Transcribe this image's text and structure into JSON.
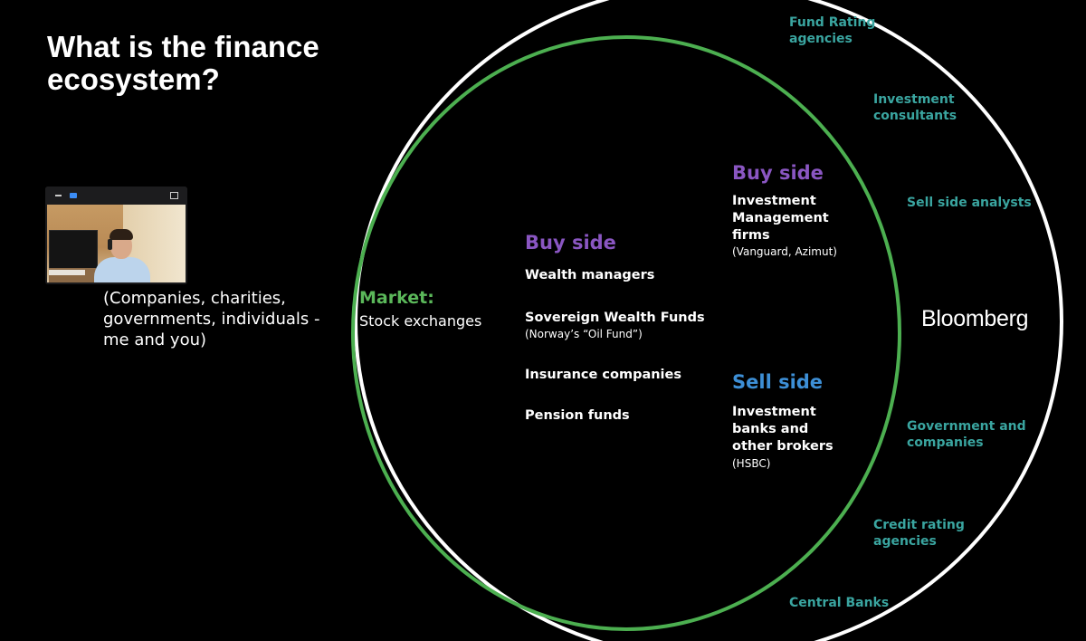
{
  "slide": {
    "title": "What is the finance ecosystem?",
    "caption": "(Companies, charities, governments, individuals - me and you)"
  },
  "market": {
    "label": "Market:",
    "subtitle": "Stock exchanges"
  },
  "buy_side_inner": {
    "heading": "Buy side",
    "items": [
      {
        "name": "Wealth managers",
        "note": ""
      },
      {
        "name": "Sovereign Wealth Funds",
        "note": "(Norway’s “Oil Fund”)"
      },
      {
        "name": "Insurance companies",
        "note": ""
      },
      {
        "name": "Pension funds",
        "note": ""
      }
    ]
  },
  "buy_side_right": {
    "heading": "Buy side",
    "item": "Investment Management firms",
    "note": "(Vanguard, Azimut)"
  },
  "sell_side": {
    "heading": "Sell side",
    "item": "Investment banks and other brokers",
    "note": "(HSBC)"
  },
  "outer_ring": {
    "labels": [
      "Fund Rating agencies",
      "Investment consultants",
      "Sell side analysts",
      "Government and companies",
      "Credit rating agencies",
      "Central Banks"
    ],
    "logo_text": "Bloomberg"
  },
  "colors": {
    "background": "#000000",
    "outer_ring": "#ffffff",
    "inner_ring": "#4caf50",
    "market": "#5bb85a",
    "buy_side": "#8a56c2",
    "sell_side": "#3d8fd6",
    "ring_labels": "#3aa5a0"
  },
  "icons": {
    "video_tile": "participant-video-thumbnail"
  }
}
